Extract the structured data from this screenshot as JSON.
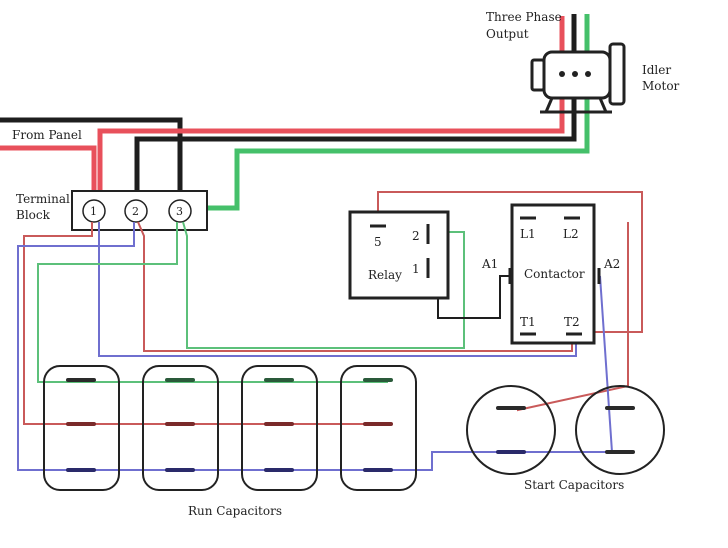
{
  "labels": {
    "three_phase_line1": "Three Phase",
    "three_phase_line2": "Output",
    "idler_line1": "Idler",
    "idler_line2": "Motor",
    "from_panel": "From Panel",
    "terminal_line1": "Terminal",
    "terminal_line2": "Block",
    "relay": "Relay",
    "contactor": "Contactor",
    "a1": "A1",
    "a2": "A2",
    "l1": "L1",
    "l2": "L2",
    "t1": "T1",
    "t2": "T2",
    "run_capacitors": "Run Capacitors",
    "start_capacitors": "Start Capacitors"
  },
  "terminals": [
    "1",
    "2",
    "3"
  ],
  "relay_pins": {
    "pin5": "5",
    "pin2": "2",
    "pin1": "1"
  },
  "colors": {
    "red": "#e8505b",
    "black": "#1e1e1e",
    "green": "#45c06a",
    "thin_red": "#c95a5a",
    "thin_blue": "#6f6fcf",
    "thin_green": "#5cc07a",
    "outline": "#222222"
  }
}
